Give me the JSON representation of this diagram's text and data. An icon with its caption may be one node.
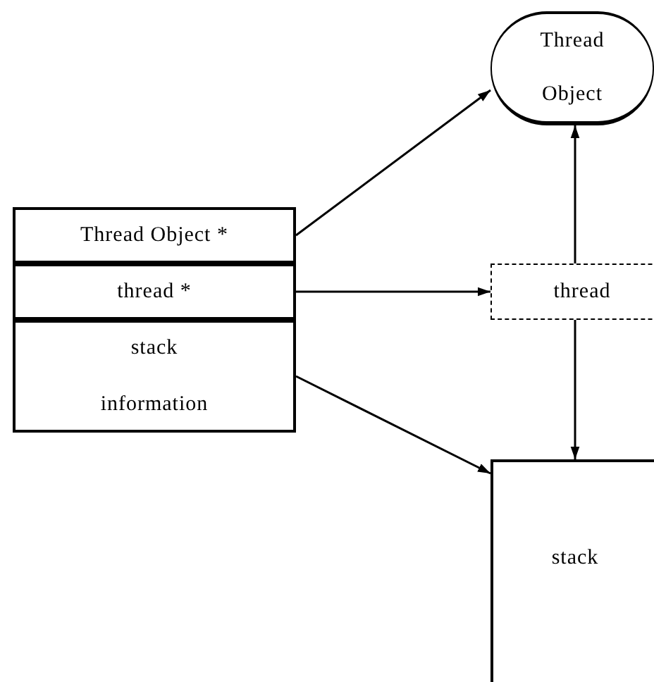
{
  "diagram": {
    "nodes": [
      {
        "text": [
          "Thread Object *"
        ]
      },
      {
        "text": [
          "thread *"
        ]
      },
      {
        "text": [
          "stack information"
        ]
      },
      {
        "text": [
          "Thread Object"
        ]
      },
      {
        "text": [
          "thread"
        ]
      },
      {
        "text": [
          "stack"
        ]
      }
    ],
    "edges": [
      {
        "from": 0,
        "to": 3,
        "arrow": "to"
      },
      {
        "from": 1,
        "to": 4,
        "arrow": "to"
      },
      {
        "from": 4,
        "to": 3,
        "arrow": "to"
      },
      {
        "from": 4,
        "to": 5,
        "arrow": "to"
      },
      {
        "from": 2,
        "to": 5,
        "arrow": "to"
      }
    ]
  }
}
